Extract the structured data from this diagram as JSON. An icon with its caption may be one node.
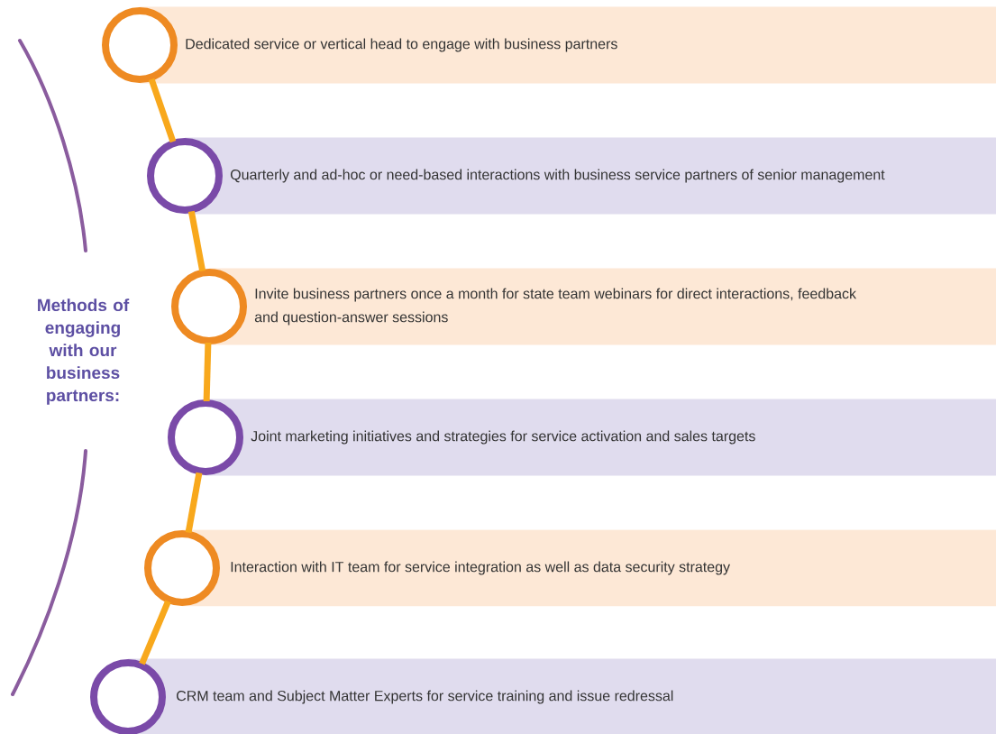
{
  "diagram": {
    "title": "Methods of engaging with our business partners:",
    "nodes": [
      {
        "text": [],
        "shape": "circle"
      },
      {
        "text": [
          "Dedicated service or vertical head to engage with business partners"
        ]
      },
      {
        "text": [],
        "shape": "circle"
      },
      {
        "text": [
          "Quarterly and ad-hoc or need-based interactions with business service partners of senior management"
        ]
      },
      {
        "text": [],
        "shape": "circle"
      },
      {
        "text": [
          "Invite business partners once a month for state team webinars for direct interactions, feedback and question-answer sessions"
        ]
      },
      {
        "text": [],
        "shape": "circle"
      },
      {
        "text": [
          "Joint marketing initiatives and strategies for service activation and sales targets"
        ]
      },
      {
        "text": [],
        "shape": "circle"
      },
      {
        "text": [
          "Interaction with IT team for service integration as well as data security strategy"
        ]
      },
      {
        "text": [],
        "shape": "circle"
      },
      {
        "text": [
          "CRM team and Subject Matter Experts for service training and issue redressal"
        ]
      }
    ],
    "edges": [
      {
        "from": 0,
        "to": 2,
        "arrow": "none"
      },
      {
        "from": 2,
        "to": 4,
        "arrow": "none"
      },
      {
        "from": 4,
        "to": 6,
        "arrow": "none"
      },
      {
        "from": 6,
        "to": 8,
        "arrow": "none"
      },
      {
        "from": 8,
        "to": 10,
        "arrow": "none"
      }
    ]
  }
}
